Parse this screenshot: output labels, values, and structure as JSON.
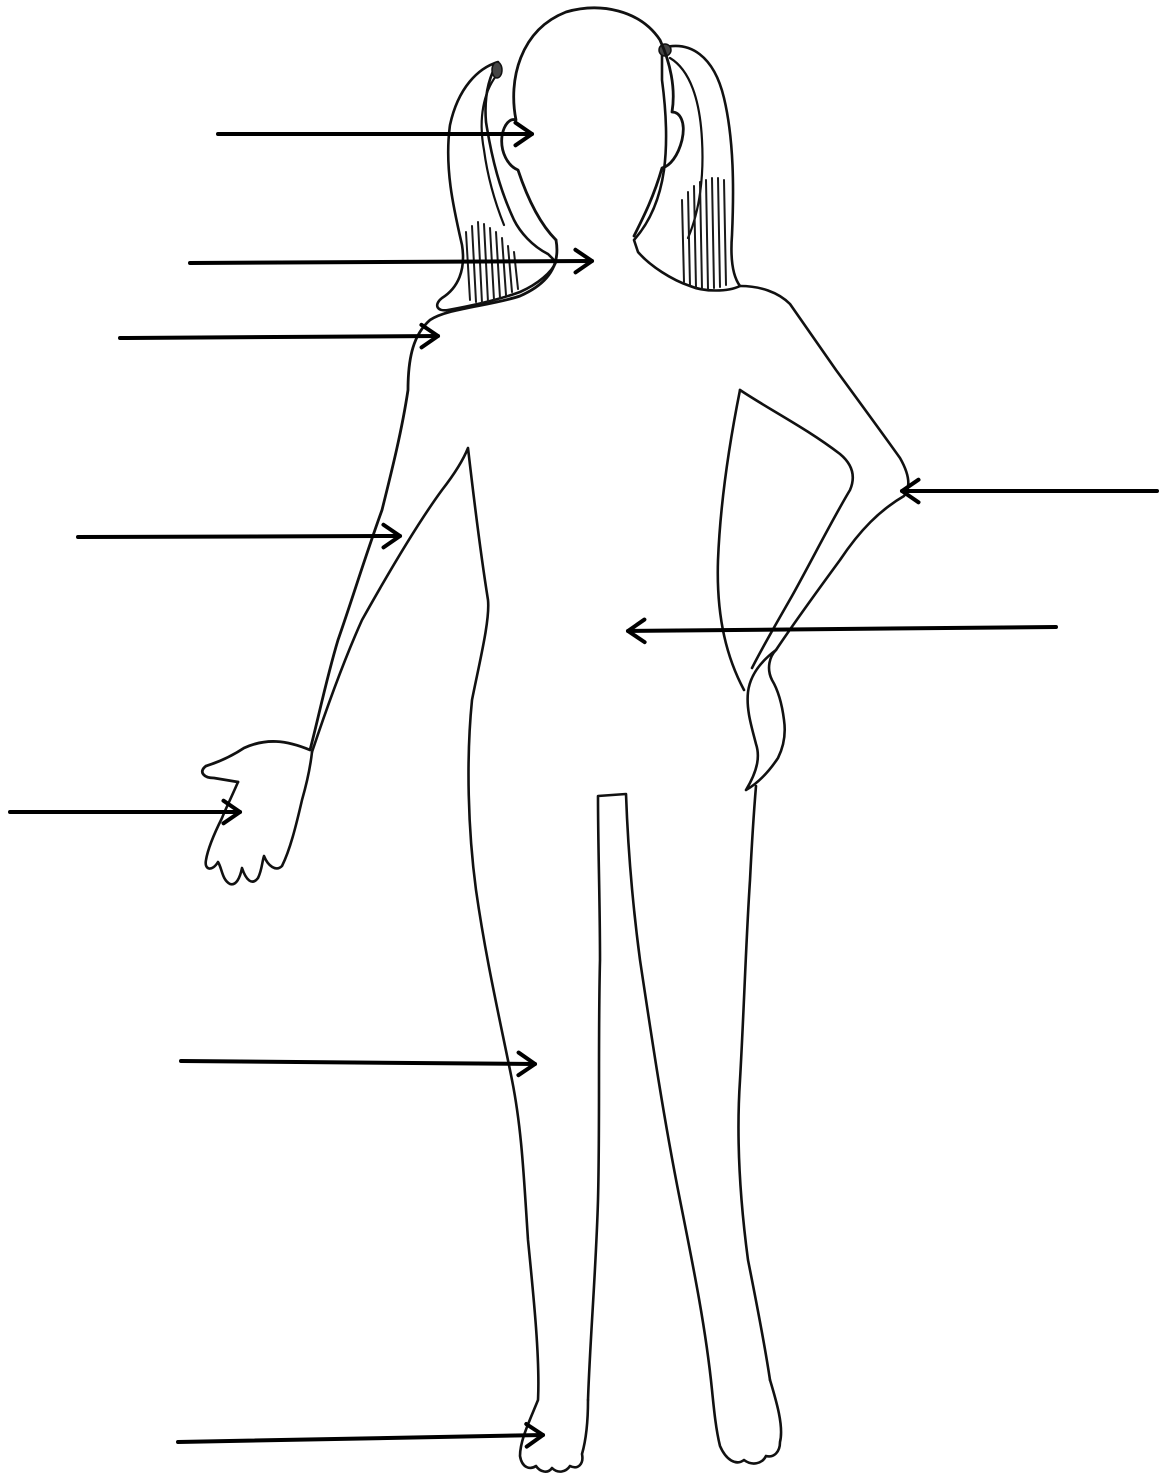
{
  "worksheet": {
    "colors": {
      "background": "#ffffff",
      "outline": "#111111",
      "arrow": "#000000",
      "hair_shading": "#1a1a1a"
    },
    "figure": {
      "subject": "girl-with-pigtails-outline"
    },
    "pointer_arrows": [
      {
        "id": "head",
        "direction": "right",
        "label": ""
      },
      {
        "id": "neck",
        "direction": "right",
        "label": ""
      },
      {
        "id": "shoulder",
        "direction": "right",
        "label": ""
      },
      {
        "id": "arm",
        "direction": "right",
        "label": ""
      },
      {
        "id": "hand",
        "direction": "right",
        "label": ""
      },
      {
        "id": "elbow",
        "direction": "left",
        "label": ""
      },
      {
        "id": "stomach",
        "direction": "left",
        "label": ""
      },
      {
        "id": "knee",
        "direction": "right",
        "label": ""
      },
      {
        "id": "foot",
        "direction": "right",
        "label": ""
      }
    ]
  }
}
